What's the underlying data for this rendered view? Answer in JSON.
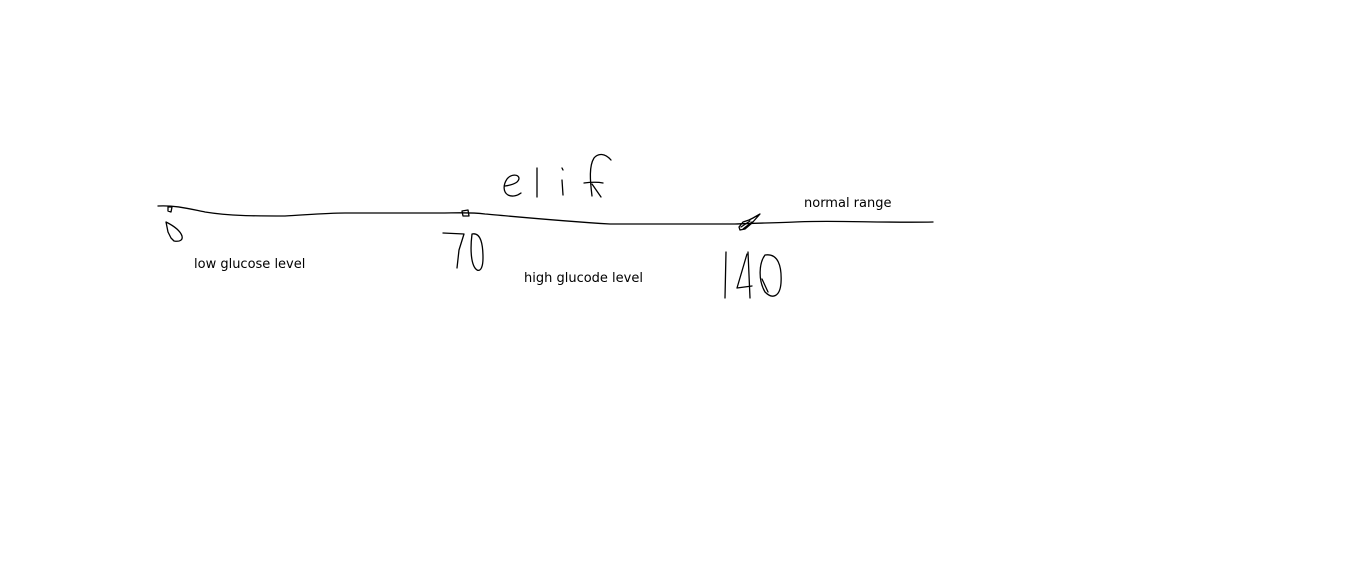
{
  "diagram": {
    "scale_marks": [
      "0",
      "70",
      "140"
    ],
    "annotation": "elif",
    "region_labels": {
      "low": "low glucose level",
      "high": "high glucode level",
      "normal": "normal range"
    },
    "ink_color": "#000000",
    "background_color": "#ffffff"
  }
}
